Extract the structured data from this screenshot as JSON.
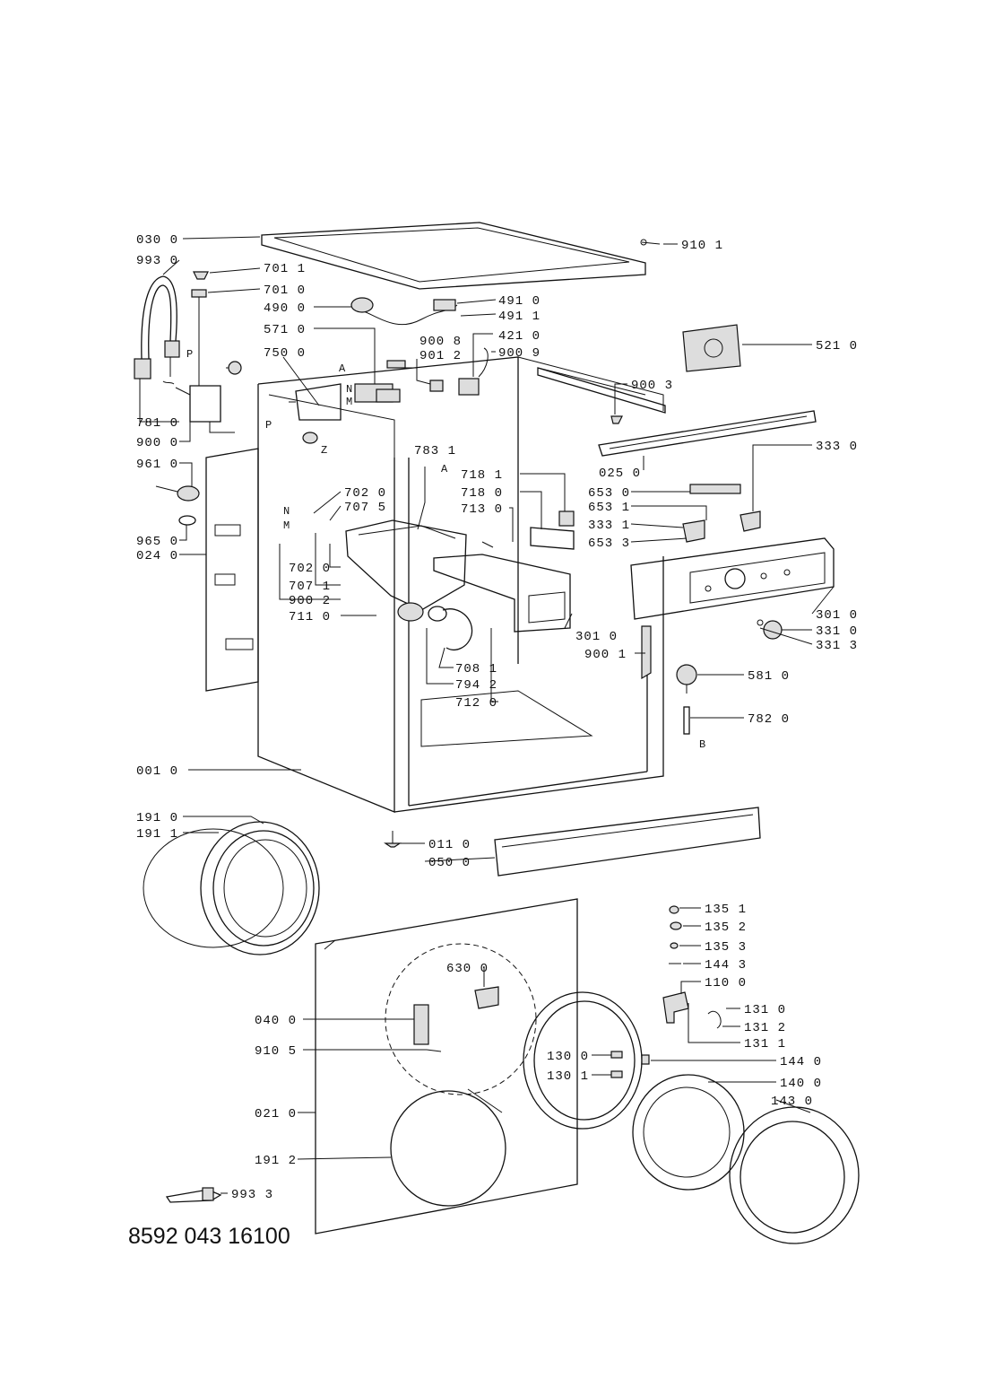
{
  "document": {
    "code": "8592 043 16100"
  },
  "callouts": {
    "c0300": "030 0",
    "c9930": "993 0",
    "c7011": "701 1",
    "c7010": "701 0",
    "c4900": "490 0",
    "c5710": "571 0",
    "c7500": "750 0",
    "c9008": "900 8",
    "c9012": "901 2",
    "c4210": "421 0",
    "c9009": "900 9",
    "c4910": "491 0",
    "c4911": "491 1",
    "c9101": "910 1",
    "c5210": "521 0",
    "c9003": "900 3",
    "c7810": "781 0",
    "c9000": "900 0",
    "c9610": "961 0",
    "c7831": "783 1",
    "c7181": "718 1",
    "c7180": "718 0",
    "c7130": "713 0",
    "c0250": "025 0",
    "c3330": "333 0",
    "c6530": "653 0",
    "c6531": "653 1",
    "c3331": "333 1",
    "c6533": "653 3",
    "c7020a": "702 0",
    "c7075": "707 5",
    "c7020b": "702 0",
    "c7071": "707 1",
    "c9002": "900 2",
    "c7110": "711 0",
    "c9650": "965 0",
    "c0240": "024 0",
    "c3010a": "301 0",
    "c9001": "900 1",
    "c3010b": "301 0",
    "c3310": "331 0",
    "c3313": "331 3",
    "c7081": "708 1",
    "c7942": "794 2",
    "c7120": "712 0",
    "c5810": "581 0",
    "c7820": "782 0",
    "c0010": "001 0",
    "c1910": "191 0",
    "c1911": "191 1",
    "c0110": "011 0",
    "c0500": "050 0",
    "c1351": "135 1",
    "c1352": "135 2",
    "c1353": "135 3",
    "c1443": "144 3",
    "c1100": "110 0",
    "c1310": "131 0",
    "c1312": "131 2",
    "c1311": "131 1",
    "c6300": "630 0",
    "c0400": "040 0",
    "c9105": "910 5",
    "c1300": "130 0",
    "c1301": "130 1",
    "c1440": "144 0",
    "c1400": "140 0",
    "c1430": "143 0",
    "c0210": "021 0",
    "c1912": "191 2",
    "c9933": "993 3"
  },
  "markers": {
    "P1": "P",
    "P2": "P",
    "A1": "A",
    "A2": "A",
    "N1": "N",
    "M1": "M",
    "N2": "N",
    "M2": "M",
    "Z": "Z",
    "B": "B"
  }
}
